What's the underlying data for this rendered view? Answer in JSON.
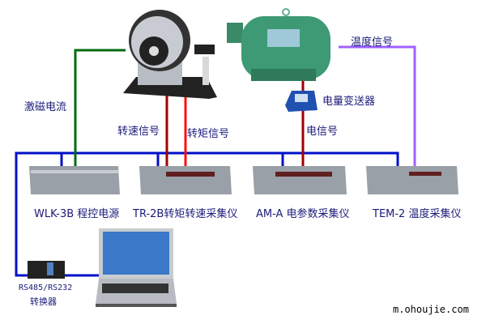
{
  "labels": {
    "excitation_current": "激磁电流",
    "speed_signal": "转速信号",
    "torque_signal": "转矩信号",
    "temperature_signal": "温度信号",
    "power_transducer": "电量变送器",
    "electrical_signal": "电信号"
  },
  "instruments": [
    {
      "label": "WLK-3B 程控电源"
    },
    {
      "label": "TR-2B转矩转速采集仪"
    },
    {
      "label": "AM-A 电参数采集仪"
    },
    {
      "label": "TEM-2 温度采集仪"
    }
  ],
  "converter": {
    "line1": "RS485/RS232",
    "line2": "转换器"
  },
  "watermark": "m.ohoujie.com",
  "colors": {
    "bus": "#0010c8",
    "excitation": "#006a10",
    "speed": "#a00000",
    "torque": "#ff1010",
    "temperature": "#a060ff",
    "electrical": "#a00000"
  }
}
